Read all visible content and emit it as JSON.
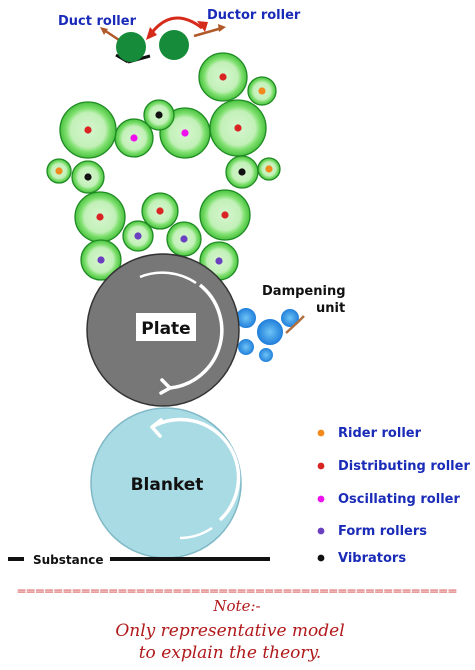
{
  "labels": {
    "duct_roller": "Duct roller",
    "ductor_roller": "Ductor roller",
    "dampening_line1": "Dampening",
    "dampening_line2": "unit",
    "plate": "Plate",
    "blanket": "Blanket",
    "substance": "Substance"
  },
  "legend": [
    {
      "label": "Rider roller",
      "color": "#f08a1c"
    },
    {
      "label": "Distributing roller",
      "color": "#d92424"
    },
    {
      "label": "Oscillating roller",
      "color": "#ee10ee"
    },
    {
      "label": "Form rollers",
      "color": "#6a3fc0"
    },
    {
      "label": "Vibrators",
      "color": "#111111"
    }
  ],
  "note": {
    "separator": "================================================",
    "title": "Note:-",
    "line1": "Only representative model",
    "line2": "to explain the theory."
  },
  "colors": {
    "roller_fill": "#7fe06f",
    "roller_inner": "#c9f2c0",
    "roller_stroke": "#1e8a22",
    "duct_fill": "#168c3a",
    "plate_fill": "#777777",
    "blanket_fill": "#a9dbe4",
    "dampening_fill": "#1b8fe0"
  }
}
